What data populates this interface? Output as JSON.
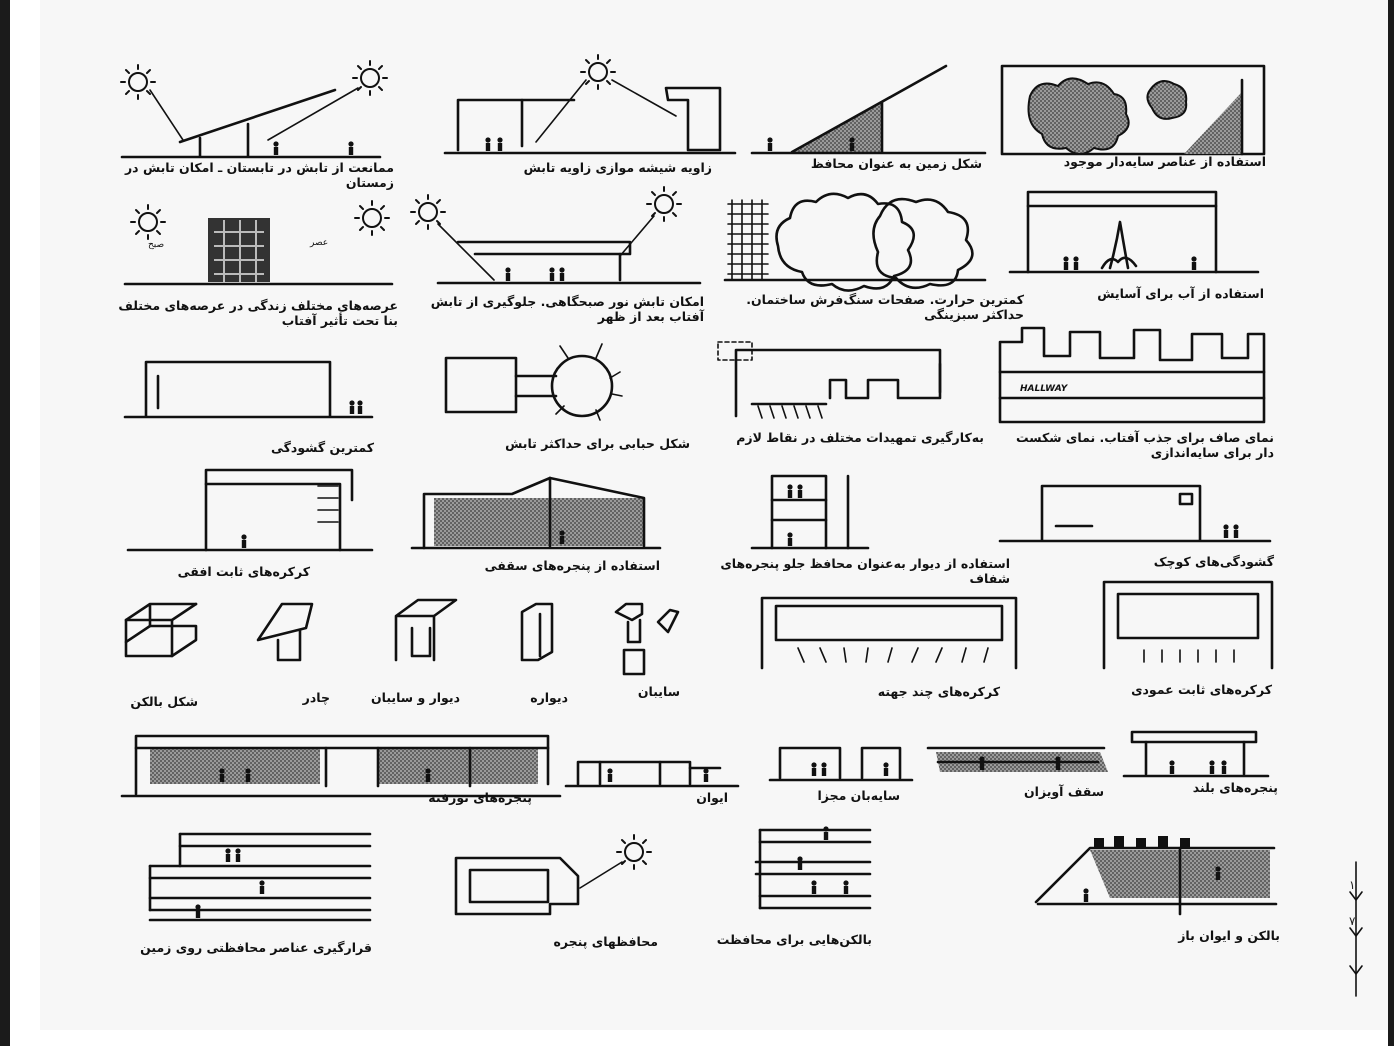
{
  "captions": {
    "r1c1": "ممانعت از تابش در تابستان ـ امکان تابش در\nزمستان",
    "r1c2": "زاویه شیشه موازی زاویه تابش",
    "r1c3": "شکل زمین به عنوان محافظ",
    "r1c4": "استفاده از عناصر سایه‌دار موجود",
    "r2c1": "عرصه‌های مختلف زندگی در عرصه‌های مختلف\nبنا تحت تأثیر آفتاب",
    "r2c2": "امکان تابش نور صبحگاهی. جلوگیری از تابش\nآفتاب بعد از ظهر",
    "r2c3": "کمترین حرارت. صفحات سنگ‌فرش ساختمان.\nحداکثر سبزینگی",
    "r2c4": "استفاده از آب برای آسایش",
    "r3c1": "کمترین گشودگی",
    "r3c2": "شکل حبابی برای حداکثر تابش",
    "r3c3": "به‌کارگیری تمهیدات مختلف در نقاط لازم",
    "r3c4": "نمای صاف برای جذب آفتاب. نمای شکست‌\nدار برای سایه‌اندازی",
    "r4c1": "کرکره‌های ثابت افقی",
    "r4c2": "استفاده از پنجره‌های سقفی",
    "r4c3": "استفاده از دیوار به‌عنوان محافظ جلو پنجره‌های\nشفاف",
    "r4c4": "گشودگی‌های کوچک",
    "r5c1": "شکل بالکن",
    "r5c2": "چادر",
    "r5c3": "دیوار و سایبان",
    "r5c4": "دیواره",
    "r5c5": "سایبان",
    "r5c6": "کرکره‌های چند جهته",
    "r5c7": "کرکره‌های ثابت عمودی",
    "r6c1": "پنجره‌های تورفته",
    "r6c2": "ایوان",
    "r6c3": "سایه‌بان مجزا",
    "r6c4": "سقف آویزان",
    "r6c5": "پنجره‌های بلند",
    "r7c1": "قرارگیری عناصر محافظتی روی زمین",
    "r7c2": "محافظهای پنجره",
    "r7c3": "بالکن‌هایی برای محافظت",
    "r7c4": "بالکن و ایوان باز"
  },
  "labels": {
    "morning": "صبح",
    "afternoon": "عصر",
    "hallway": "HALLWAY"
  },
  "page_number": {
    "d1": "۱",
    "d2": "۷"
  },
  "colors": {
    "ink": "#111111",
    "paper": "#f7f7f7",
    "frame": "#1b1b1b"
  }
}
